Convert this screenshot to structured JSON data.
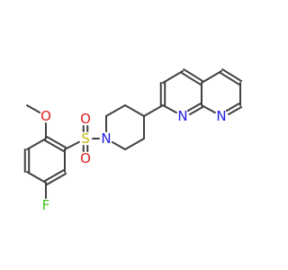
{
  "molecule": {
    "atoms": [
      {
        "id": "F",
        "symbol": "F",
        "color": "#40c020"
      },
      {
        "id": "O1",
        "symbol": "O",
        "color": "#e02020"
      },
      {
        "id": "S",
        "symbol": "S",
        "color": "#c8b400"
      },
      {
        "id": "O2",
        "symbol": "O",
        "color": "#e02020"
      },
      {
        "id": "O3",
        "symbol": "O",
        "color": "#e02020"
      },
      {
        "id": "N1",
        "symbol": "N",
        "color": "#2020e0"
      },
      {
        "id": "N2",
        "symbol": "N",
        "color": "#2020e0"
      },
      {
        "id": "N3",
        "symbol": "N",
        "color": "#2020e0"
      }
    ],
    "bond_color": "#404040"
  }
}
